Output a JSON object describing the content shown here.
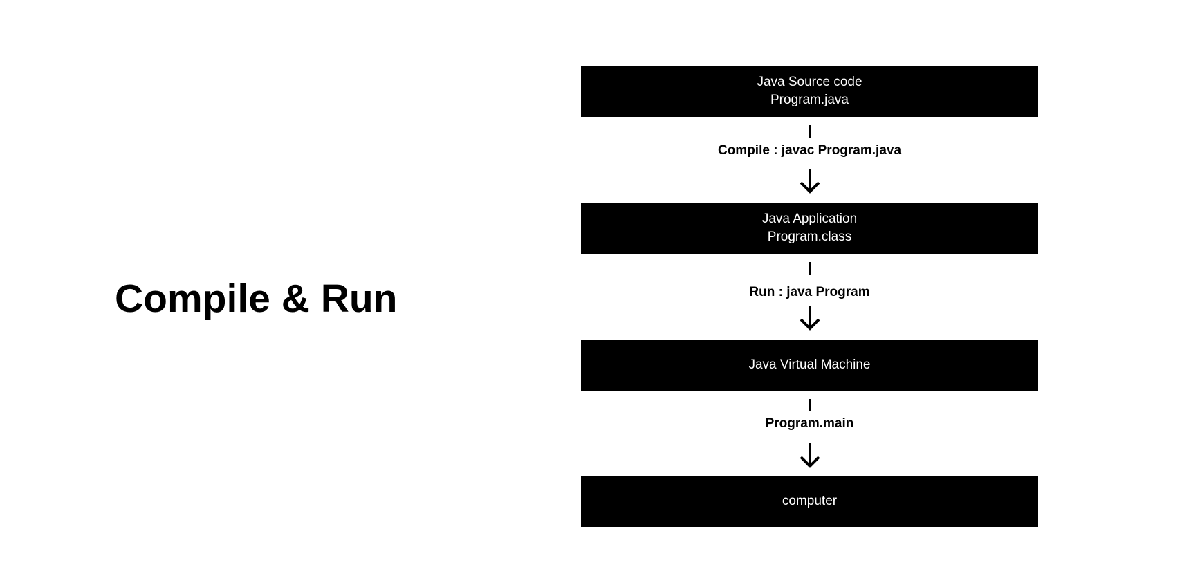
{
  "slide": {
    "title": "Compile & Run"
  },
  "diagram": {
    "nodes": [
      {
        "line1": "Java Source code",
        "line2": "Program.java"
      },
      {
        "line1": "Java Application",
        "line2": "Program.class"
      },
      {
        "line1": "Java Virtual Machine"
      },
      {
        "line1": "computer"
      }
    ],
    "edges": [
      {
        "label": "Compile : javac Program.java"
      },
      {
        "label": "Run : java Program"
      },
      {
        "label": "Program.main"
      }
    ]
  }
}
